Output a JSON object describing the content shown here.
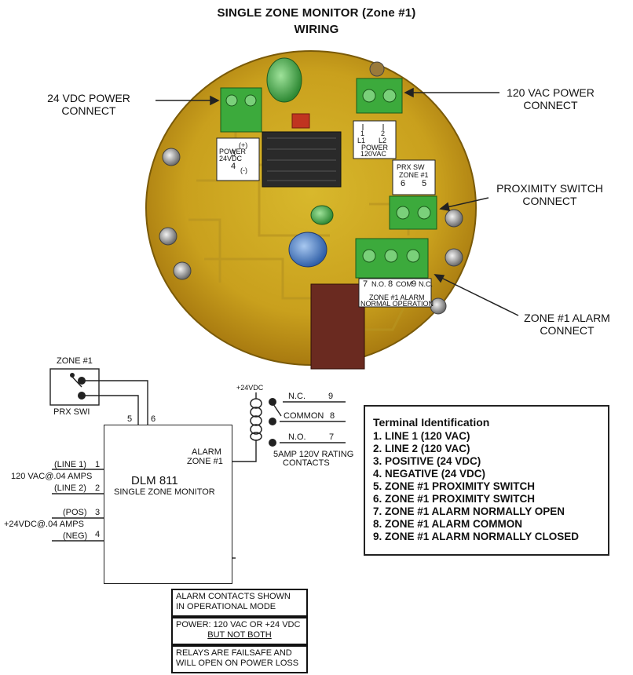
{
  "title": {
    "line1": "SINGLE ZONE MONITOR  (Zone #1)",
    "line2": "WIRING"
  },
  "callouts": {
    "power_24": "24 VDC POWER\nCONNECT",
    "power_120": "120 VAC POWER\nCONNECT",
    "prox_switch": "PROXIMITY SWITCH\nCONNECT",
    "zone_alarm": "ZONE #1 ALARM\nCONNECT"
  },
  "board_labels": {
    "power120": {
      "t1": "1",
      "t2": "2",
      "l1": "L1",
      "l2": "L2",
      "name": "POWER",
      "rating": "120VAC"
    },
    "power24": {
      "pos_num": "3",
      "neg_num": "4",
      "pos": "(+)",
      "neg": "(-)",
      "name": "POWER",
      "rating": "24VDC"
    },
    "prx": {
      "t5": "5",
      "t6": "6",
      "name1": "ZONE #1",
      "name2": "PRX SW"
    },
    "alarm": {
      "t7": "7",
      "t8": "8",
      "t9": "9",
      "n_o": "N.O.",
      "com": "COM",
      "n_c": "N.C.",
      "name1": "ZONE #1 ALARM",
      "name2": "NORMAL OPERATION"
    }
  },
  "schematic": {
    "zone_label": "ZONE #1",
    "prx_label": "PRX SWI",
    "dlm_title": "DLM 811",
    "dlm_subtitle": "SINGLE ZONE MONITOR",
    "alarm_label1": "ALARM",
    "alarm_label2": "ZONE #1",
    "pin5": "5",
    "pin6": "6",
    "line1": "(LINE 1)",
    "pin1": "1",
    "ac_rating": "120 VAC@.04 AMPS",
    "line2": "(LINE 2)",
    "pin2": "2",
    "pos": "(POS)",
    "pin3": "3",
    "dc_rating": "+24VDC@.04 AMPS",
    "neg": "(NEG)",
    "pin4": "4",
    "relay_supply": "+24VDC",
    "nc": "N.C.",
    "pin9": "9",
    "common": "COMMON",
    "pin8": "8",
    "no": "N.O.",
    "pin7": "7",
    "contact_rating1": "5AMP 120V RATING",
    "contact_rating2": "CONTACTS"
  },
  "terminal_identification": {
    "title": "Terminal Identification",
    "items": [
      "1. LINE 1 (120 VAC)",
      "2. LINE 2 (120 VAC)",
      "3. POSITIVE (24 VDC)",
      "4. NEGATIVE (24 VDC)",
      "5. ZONE #1 PROXIMITY SWITCH",
      "6. ZONE #1 PROXIMITY SWITCH",
      "7. ZONE #1 ALARM NORMALLY OPEN",
      "8. ZONE #1 ALARM COMMON",
      "9. ZONE #1 ALARM NORMALLY CLOSED"
    ]
  },
  "notes": {
    "n1a": "ALARM CONTACTS SHOWN",
    "n1b": "IN OPERATIONAL MODE",
    "n2a": "POWER: 120 VAC OR +24 VDC",
    "n2b": "BUT NOT BOTH",
    "n3a": "RELAYS ARE FAILSAFE AND",
    "n3b": "WILL OPEN ON POWER LOSS"
  }
}
